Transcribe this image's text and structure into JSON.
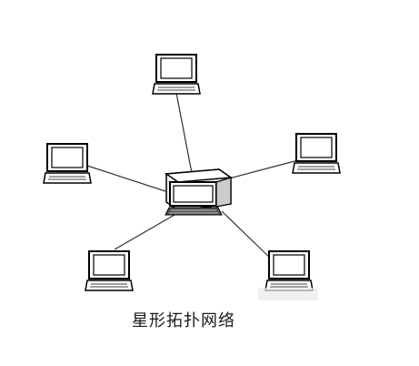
{
  "diagram": {
    "caption": "星形拓扑网络",
    "hub": {
      "name": "hub-device"
    },
    "nodes": [
      {
        "id": "top"
      },
      {
        "id": "upper-left"
      },
      {
        "id": "upper-right"
      },
      {
        "id": "lower-left"
      },
      {
        "id": "lower-right"
      }
    ]
  }
}
